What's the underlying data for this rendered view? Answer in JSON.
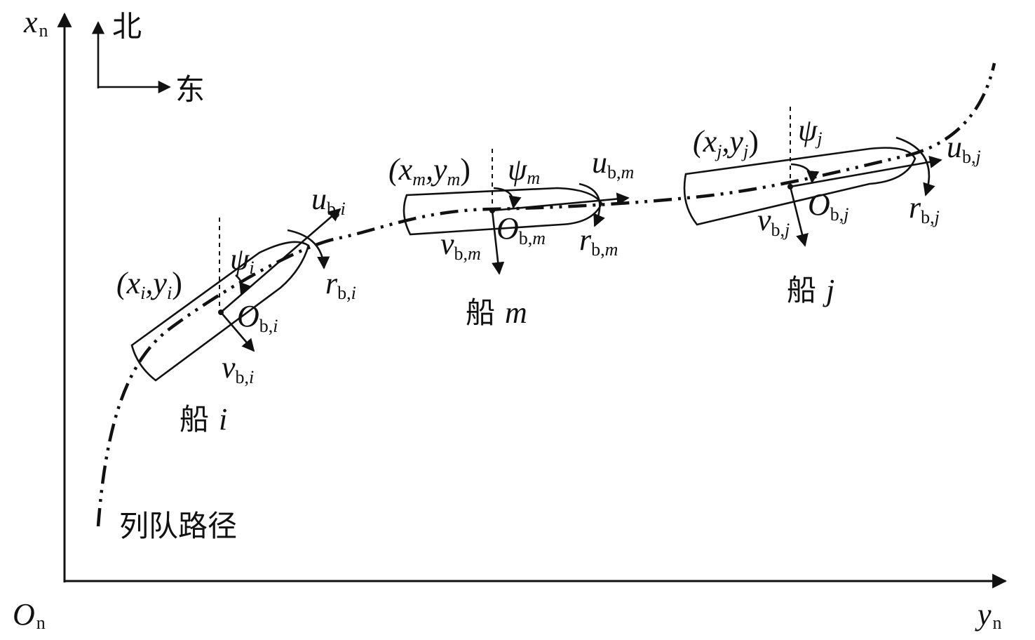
{
  "axes": {
    "x_label": "x",
    "x_sub": "n",
    "y_label": "y",
    "y_sub": "n",
    "origin_label": "O",
    "origin_sub": "n"
  },
  "compass": {
    "north": "北",
    "east": "东"
  },
  "path_label": "列队路径",
  "ships": [
    {
      "name_cn": "船",
      "name_var": "i",
      "pos_open": "(x",
      "pos_mid": ",y",
      "pos_close": ")",
      "idx": "i",
      "psi": "ψ",
      "O": "O",
      "u": "u",
      "v": "v",
      "r": "r",
      "b_sub": "b,"
    },
    {
      "name_cn": "船",
      "name_var": "m",
      "pos_open": "(x",
      "pos_mid": ",y",
      "pos_close": ")",
      "idx": "m",
      "psi": "ψ",
      "O": "O",
      "u": "u",
      "v": "v",
      "r": "r",
      "b_sub": "b,"
    },
    {
      "name_cn": "船",
      "name_var": "j",
      "pos_open": "(x",
      "pos_mid": ",y",
      "pos_close": ")",
      "idx": "j",
      "psi": "ψ",
      "O": "O",
      "u": "u",
      "v": "v",
      "r": "r",
      "b_sub": "b,"
    }
  ]
}
